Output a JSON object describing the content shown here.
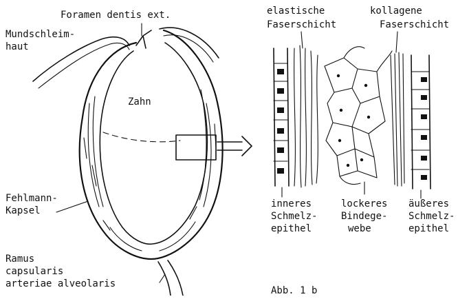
{
  "labels": {
    "foramen": "Foramen dentis ext.",
    "mundschleim_1": "Mundschleim-",
    "mundschleim_2": "haut",
    "zahn": "Zahn",
    "fehlmann_1": "Fehlmann-",
    "fehlmann_2": "Kapsel",
    "ramus_1": "Ramus",
    "ramus_2": "capsularis",
    "ramus_3": "arteriae alveolaris",
    "elastische_1": "elastische",
    "elastische_2": "Faserschicht",
    "kollagene_1": "kollagene",
    "kollagene_2": "Faserschicht",
    "inneres_1": "inneres",
    "inneres_2": "Schmelz-",
    "inneres_3": "epithel",
    "lockeres_1": "lockeres",
    "lockeres_2": "Bindege-",
    "lockeres_3": "webe",
    "aeusseres_1": "äußeres",
    "aeusseres_2": "Schmelz-",
    "aeusseres_3": "epithel",
    "caption": "Abb. 1 b"
  },
  "colors": {
    "ink": "#111111",
    "background": "#ffffff"
  }
}
